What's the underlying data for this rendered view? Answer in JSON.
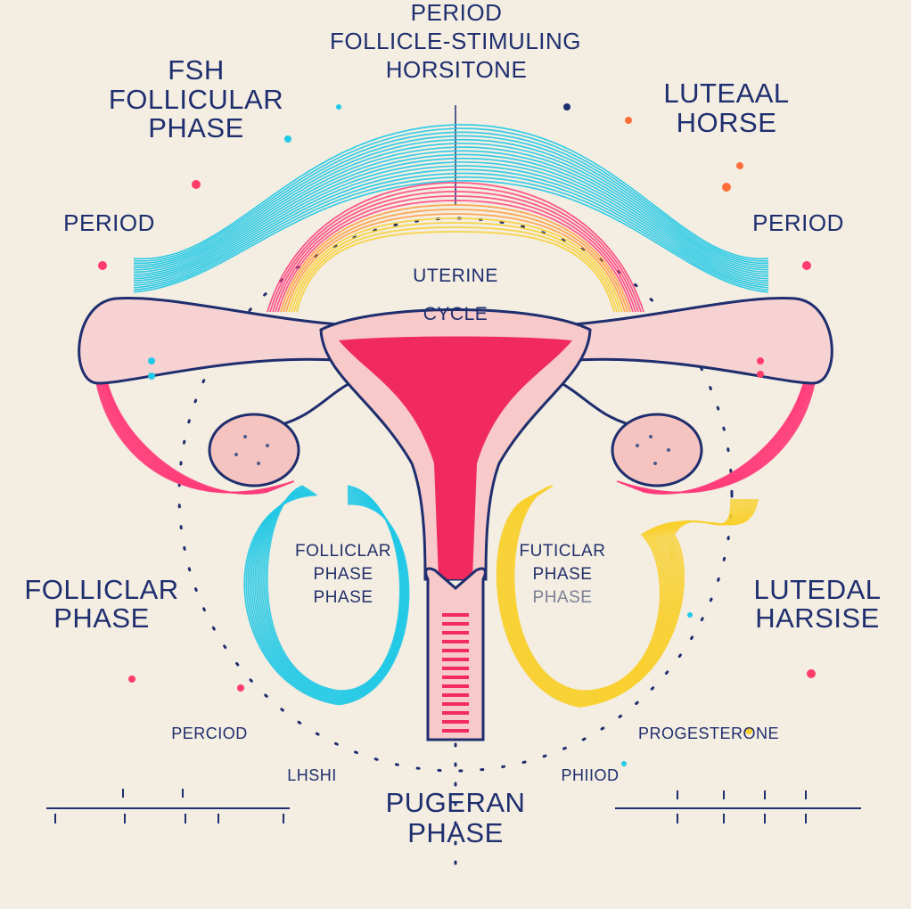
{
  "labels": {
    "top_line1": "PERIOD",
    "top_line2": "FOLLICLE-STIMULING",
    "top_line3": "HORSITONE",
    "fsh_line1": "FSH",
    "fsh_line2": "FOLLICULAR",
    "fsh_line3": "PHASE",
    "luteal_top_line1": "LUTEAAL",
    "luteal_top_line2": "HORSE",
    "period_left": "PERIOD",
    "period_right": "PERIOD",
    "uterine_line1": "UTERINE",
    "uterine_line2": "CYCLE",
    "follicular_left_line1": "FOLLICLAR",
    "follicular_left_line2": "PHASE",
    "luteal_right_line1": "LUTEDAL",
    "luteal_right_line2": "HARSISE",
    "inner_left_line1": "FOLLICLAR",
    "inner_left_line2": "PHASE",
    "inner_left_line3": "PHASE",
    "inner_right_line1": "FUTICLAR",
    "inner_right_line2": "PHASE",
    "inner_right_line3": "PHASE",
    "period_bottom_left": "PERCIOD",
    "progesterone": "PROGESTERONE",
    "lhsh": "LHSHI",
    "phiiod": "PHIIOD",
    "bottom_line1": "PUGERAN",
    "bottom_line2": "PHASE"
  },
  "colors": {
    "background": "#f3ede2",
    "navy": "#1f2e6e",
    "cyan": "#22c9e6",
    "pink": "#ff3d7a",
    "magenta": "#f2245a",
    "yellow": "#f8cf2c",
    "orange": "#ff9a3a",
    "uterus_fill": "#f7c9c9",
    "ovary_fill": "#f5c4c0"
  }
}
